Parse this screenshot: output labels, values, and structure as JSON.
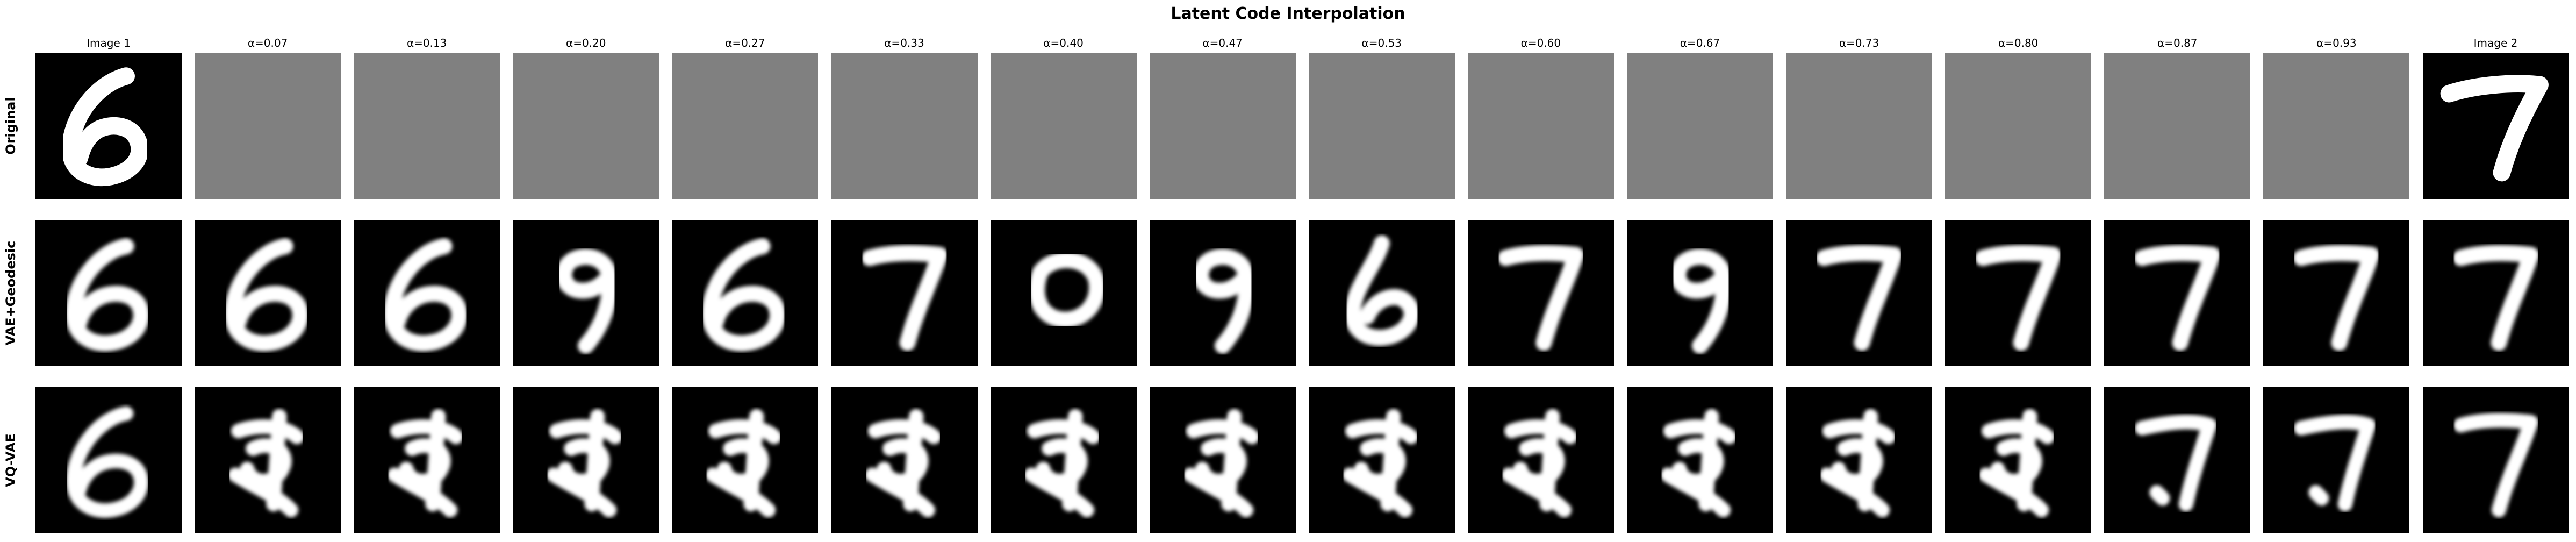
{
  "title": "Latent Code Interpolation",
  "columns": [
    "Image 1",
    "α=0.07",
    "α=0.13",
    "α=0.20",
    "α=0.27",
    "α=0.33",
    "α=0.40",
    "α=0.47",
    "α=0.53",
    "α=0.60",
    "α=0.67",
    "α=0.73",
    "α=0.80",
    "α=0.87",
    "α=0.93",
    "Image 2"
  ],
  "rows": [
    {
      "label": "Original",
      "cells": [
        "six-sharp",
        "blank",
        "blank",
        "blank",
        "blank",
        "blank",
        "blank",
        "blank",
        "blank",
        "blank",
        "blank",
        "blank",
        "blank",
        "blank",
        "blank",
        "seven-sharp"
      ]
    },
    {
      "label": "VAE+Geodesic",
      "cells": [
        "six",
        "six",
        "six",
        "nine",
        "six",
        "seven",
        "zero",
        "nine",
        "six-loop",
        "seven",
        "nine",
        "seven",
        "seven",
        "seven",
        "seven",
        "seven"
      ]
    },
    {
      "label": "VQ-VAE",
      "cells": [
        "six",
        "noisy",
        "noisy",
        "noisy",
        "noisy",
        "noisy",
        "noisy",
        "noisy",
        "noisy",
        "noisy",
        "noisy",
        "noisy",
        "noisy",
        "seven-noisy",
        "seven-noisy",
        "seven"
      ]
    }
  ],
  "colors": {
    "panel_background": "#000000",
    "blank_panel": "#808080",
    "digit_stroke": "#ffffff"
  }
}
